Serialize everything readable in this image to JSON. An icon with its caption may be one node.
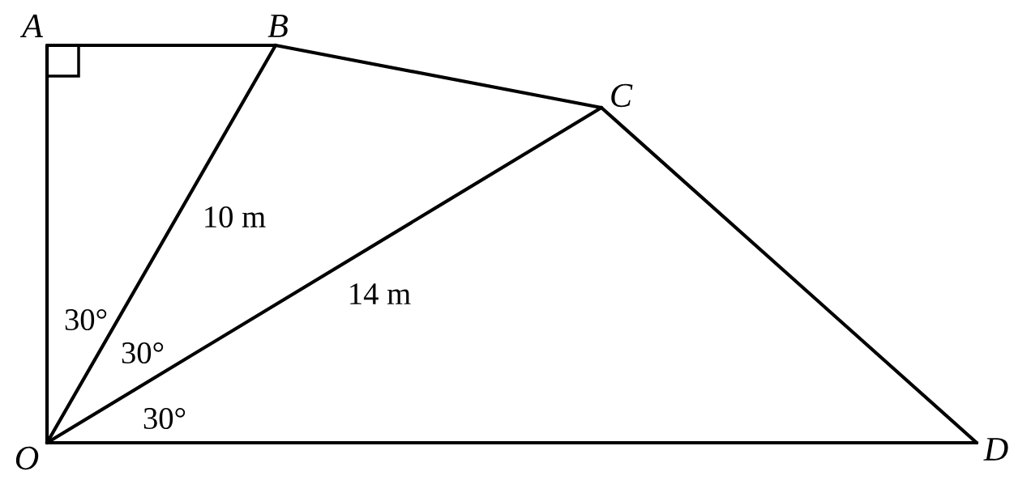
{
  "diagram": {
    "nodes": [
      {
        "text": [
          "A"
        ]
      },
      {
        "text": [
          "B"
        ]
      },
      {
        "text": [
          "C"
        ]
      },
      {
        "text": [
          "O"
        ]
      },
      {
        "text": [
          "D"
        ]
      }
    ],
    "edges": [
      {
        "from": 0,
        "to": 1,
        "arrow": "none"
      },
      {
        "from": 1,
        "to": 2,
        "arrow": "none"
      },
      {
        "from": 2,
        "to": 4,
        "arrow": "none"
      },
      {
        "from": 3,
        "to": 4,
        "arrow": "none"
      },
      {
        "from": 3,
        "to": 0,
        "arrow": "none"
      },
      {
        "from": 3,
        "to": 1,
        "arrow": "none",
        "label": "10 m"
      },
      {
        "from": 3,
        "to": 2,
        "arrow": "none",
        "label": "14 m"
      }
    ],
    "labels": [
      "30°",
      "30°",
      "30°"
    ]
  }
}
